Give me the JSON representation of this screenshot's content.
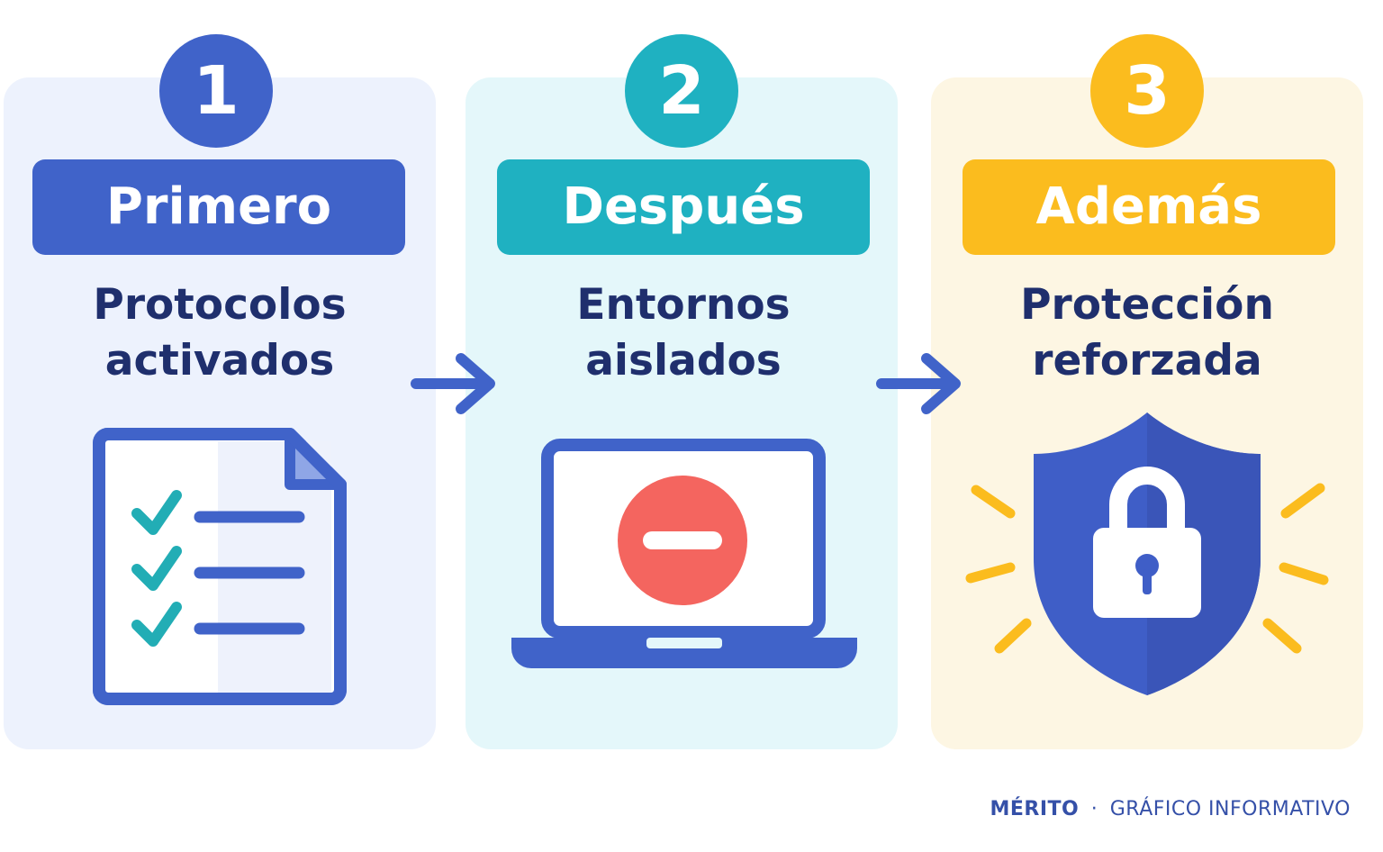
{
  "steps": [
    {
      "number": "1",
      "label": "Primero",
      "title_line1": "Protocolos",
      "title_line2": "activados",
      "color": "#4063c9",
      "icon": "checklist-document-icon"
    },
    {
      "number": "2",
      "label": "Después",
      "title_line1": "Entornos",
      "title_line2": "aislados",
      "color": "#1fb1c1",
      "icon": "laptop-blocked-icon"
    },
    {
      "number": "3",
      "label": "Además",
      "title_line1": "Protección",
      "title_line2": "reforzada",
      "color": "#fbbc1e",
      "icon": "shield-lock-icon"
    }
  ],
  "colors": {
    "primary_blue": "#4063c9",
    "teal": "#1fb1c1",
    "amber": "#fbbc1e",
    "red": "#f4655f",
    "check_teal": "#22adb5",
    "text_navy": "#1f2f6d"
  },
  "footer": {
    "brand": "MÉRITO",
    "separator": "·",
    "caption": "GRÁFICO INFORMATIVO"
  }
}
